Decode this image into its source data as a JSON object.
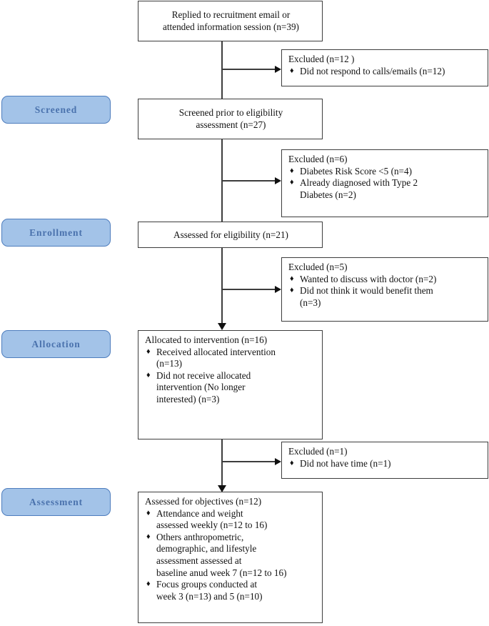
{
  "diagram": {
    "title": "CONSORT participant flow diagram",
    "colors": {
      "stage_fill": "#a3c3e8",
      "stage_border": "#4e7dbd",
      "stage_text": "#4a72ad",
      "box_border": "#3d3d3d",
      "line": "#3d3d3d",
      "text": "#111111"
    },
    "bullet_glyph": "♦"
  },
  "stages": [
    {
      "id": "screened",
      "label": "Screened"
    },
    {
      "id": "enrollment",
      "label": "Enrollment"
    },
    {
      "id": "allocation",
      "label": "Allocation"
    },
    {
      "id": "assessment",
      "label": "Assessment"
    }
  ],
  "main_boxes": {
    "recruitment": {
      "lines": [
        "Replied to recruitment email or",
        "attended information session (n=39)"
      ]
    },
    "screened": {
      "lines": [
        "Screened prior to eligibility",
        "assessment (n=27)"
      ]
    },
    "eligibility": {
      "lines": [
        "Assessed for eligibility (n=21)"
      ]
    },
    "allocated": {
      "heading": "Allocated to intervention (n=16)",
      "items": [
        [
          "Received allocated intervention",
          "(n=13)"
        ],
        [
          "Did not receive allocated",
          "intervention (No longer",
          "interested) (n=3)"
        ]
      ]
    },
    "assessed": {
      "heading": "Assessed for objectives (n=12)",
      "items": [
        [
          "Attendance and weight",
          "assessed weekly (n=12 to 16)"
        ],
        [
          "Others anthropometric,",
          "demographic, and lifestyle",
          "assessment assessed at",
          "baseline anud week 7 (n=12 to 16)"
        ],
        [
          "Focus groups conducted at",
          "week 3 (n=13) and 5 (n=10)"
        ]
      ]
    }
  },
  "excluded_boxes": {
    "ex1": {
      "heading": "Excluded  (n=12 )",
      "items": [
        [
          "Did not respond to calls/emails (n=12)"
        ]
      ]
    },
    "ex2": {
      "heading": "Excluded  (n=6)",
      "items": [
        [
          "Diabetes Risk Score <5 (n=4)"
        ],
        [
          "Already diagnosed with Type 2",
          "Diabetes (n=2)"
        ]
      ]
    },
    "ex3": {
      "heading": "Excluded  (n=5)",
      "items": [
        [
          "Wanted to discuss with doctor (n=2)"
        ],
        [
          " Did not think it would benefit them",
          "(n=3)"
        ]
      ]
    },
    "ex4": {
      "heading": "Excluded  (n=1)",
      "items": [
        [
          "Did not have time (n=1)"
        ]
      ]
    }
  }
}
